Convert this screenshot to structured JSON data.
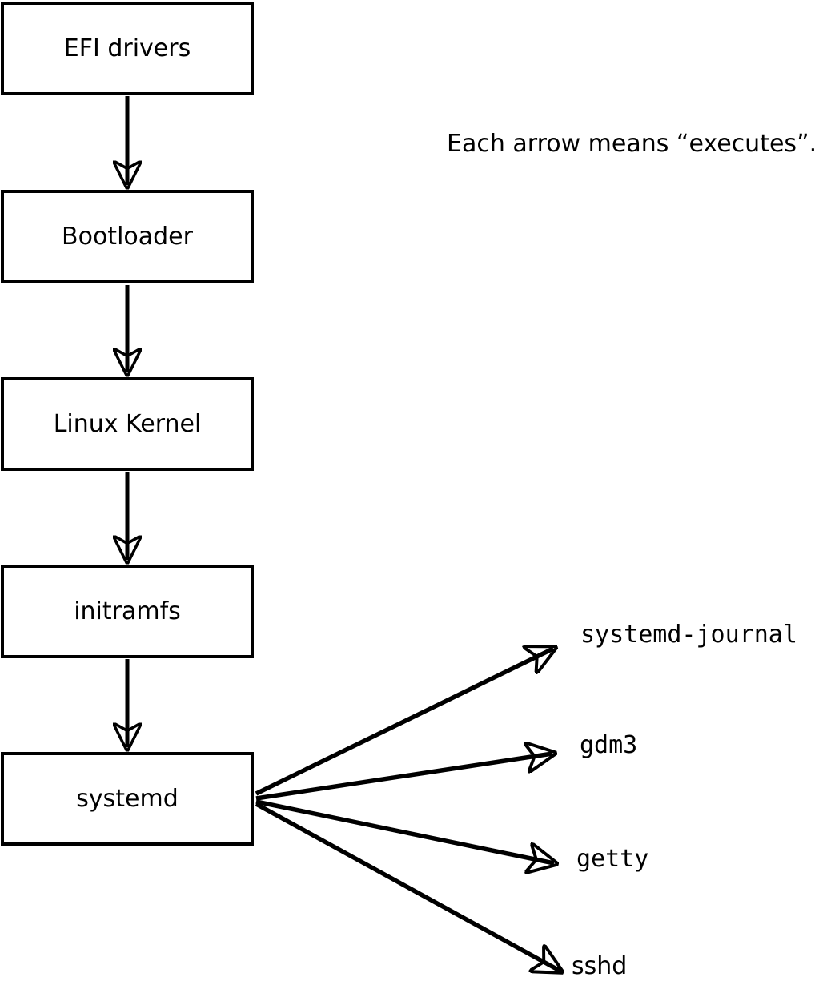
{
  "note": {
    "text": "Each arrow means “executes”."
  },
  "nodes": [
    {
      "id": "efi-drivers",
      "label": "EFI drivers"
    },
    {
      "id": "bootloader",
      "label": "Bootloader"
    },
    {
      "id": "linux-kernel",
      "label": "Linux Kernel"
    },
    {
      "id": "initramfs",
      "label": "initramfs"
    },
    {
      "id": "systemd",
      "label": "systemd"
    }
  ],
  "processes": [
    {
      "id": "systemd-journal",
      "label": "systemd-journal"
    },
    {
      "id": "gdm3",
      "label": "gdm3"
    },
    {
      "id": "getty",
      "label": "getty"
    },
    {
      "id": "sshd",
      "label": "sshd"
    }
  ],
  "edges": [
    {
      "from": "efi-drivers",
      "to": "bootloader",
      "relation": "executes"
    },
    {
      "from": "bootloader",
      "to": "linux-kernel",
      "relation": "executes"
    },
    {
      "from": "linux-kernel",
      "to": "initramfs",
      "relation": "executes"
    },
    {
      "from": "initramfs",
      "to": "systemd",
      "relation": "executes"
    },
    {
      "from": "systemd",
      "to": "systemd-journal",
      "relation": "executes"
    },
    {
      "from": "systemd",
      "to": "gdm3",
      "relation": "executes"
    },
    {
      "from": "systemd",
      "to": "getty",
      "relation": "executes"
    },
    {
      "from": "systemd",
      "to": "sshd",
      "relation": "executes"
    }
  ],
  "colors": {
    "background": "#ffffff",
    "line": "#000000",
    "text": "#000000",
    "box_fill": "#ffffff"
  }
}
